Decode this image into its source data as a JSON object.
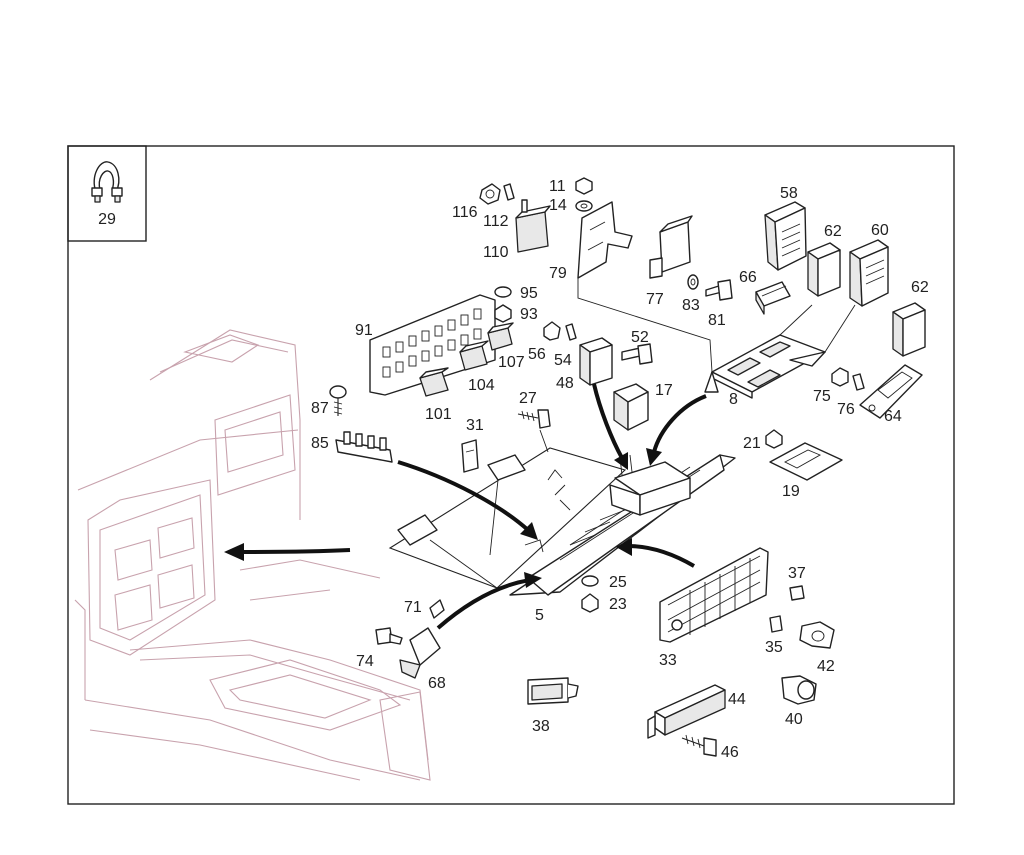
{
  "inset_label": "29",
  "labels": {
    "p5": "5",
    "p8": "8",
    "p11": "11",
    "p14": "14",
    "p17": "17",
    "p19": "19",
    "p21": "21",
    "p23": "23",
    "p25": "25",
    "p27": "27",
    "p31": "31",
    "p33": "33",
    "p35": "35",
    "p37": "37",
    "p38": "38",
    "p40": "40",
    "p42": "42",
    "p44": "44",
    "p46": "46",
    "p48": "48",
    "p52": "52",
    "p54": "54",
    "p56": "56",
    "p58": "58",
    "p60": "60",
    "p62a": "62",
    "p62b": "62",
    "p64": "64",
    "p66": "66",
    "p68": "68",
    "p71": "71",
    "p74": "74",
    "p75": "75",
    "p76": "76",
    "p77": "77",
    "p79": "79",
    "p81": "81",
    "p83": "83",
    "p85": "85",
    "p87": "87",
    "p91": "91",
    "p93": "93",
    "p95": "95",
    "p101": "101",
    "p104": "104",
    "p107": "107",
    "p110": "110",
    "p112": "112",
    "p116": "116"
  },
  "colors": {
    "line": "#222222",
    "arrow": "#111111",
    "vehicle_outline": "#c8a2ad"
  }
}
